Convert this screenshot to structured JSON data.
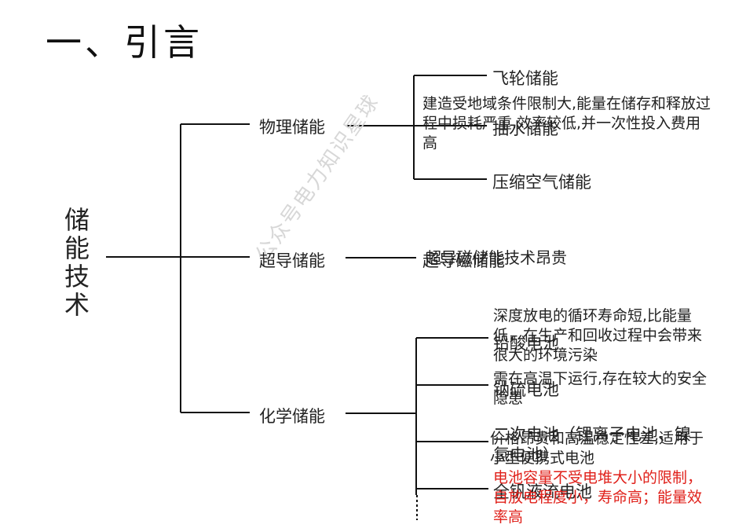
{
  "title": "一、引言",
  "root": "储能技术",
  "watermark": "公众号电力知识星球",
  "branches": {
    "physical": {
      "label": "物理储能",
      "items": [
        "飞轮储能",
        "抽水储能",
        "压缩空气储能"
      ],
      "note": "建造受地域条件限制大,能量在储存和释放过程中损耗严重,效率较低,并一次性投入费用高"
    },
    "superconducting": {
      "label": "超导储能",
      "item": "超导磁储能",
      "note": "超导磁储能技术昂贵"
    },
    "chemical": {
      "label": "化学储能",
      "items": [
        "铅酸电池",
        "钠硫电池",
        "二次电池（锂离子电池、镍氢电池）",
        "全钒液流电池"
      ],
      "notes": [
        {
          "text": "深度放电的循环寿命短,比能量低，在生产和回收过程中会带来很大的环境污染",
          "color": "#222222"
        },
        {
          "text": "需在高温下运行,存在较大的安全隐患",
          "color": "#222222"
        },
        {
          "text": "价格昂贵和高温稳定性差,适用于小型便携式电池",
          "color": "#222222"
        },
        {
          "text": "电池容量不受电堆大小的限制，自放电程度小，寿命高；能量效率高",
          "color": "#e0201a"
        }
      ]
    }
  }
}
